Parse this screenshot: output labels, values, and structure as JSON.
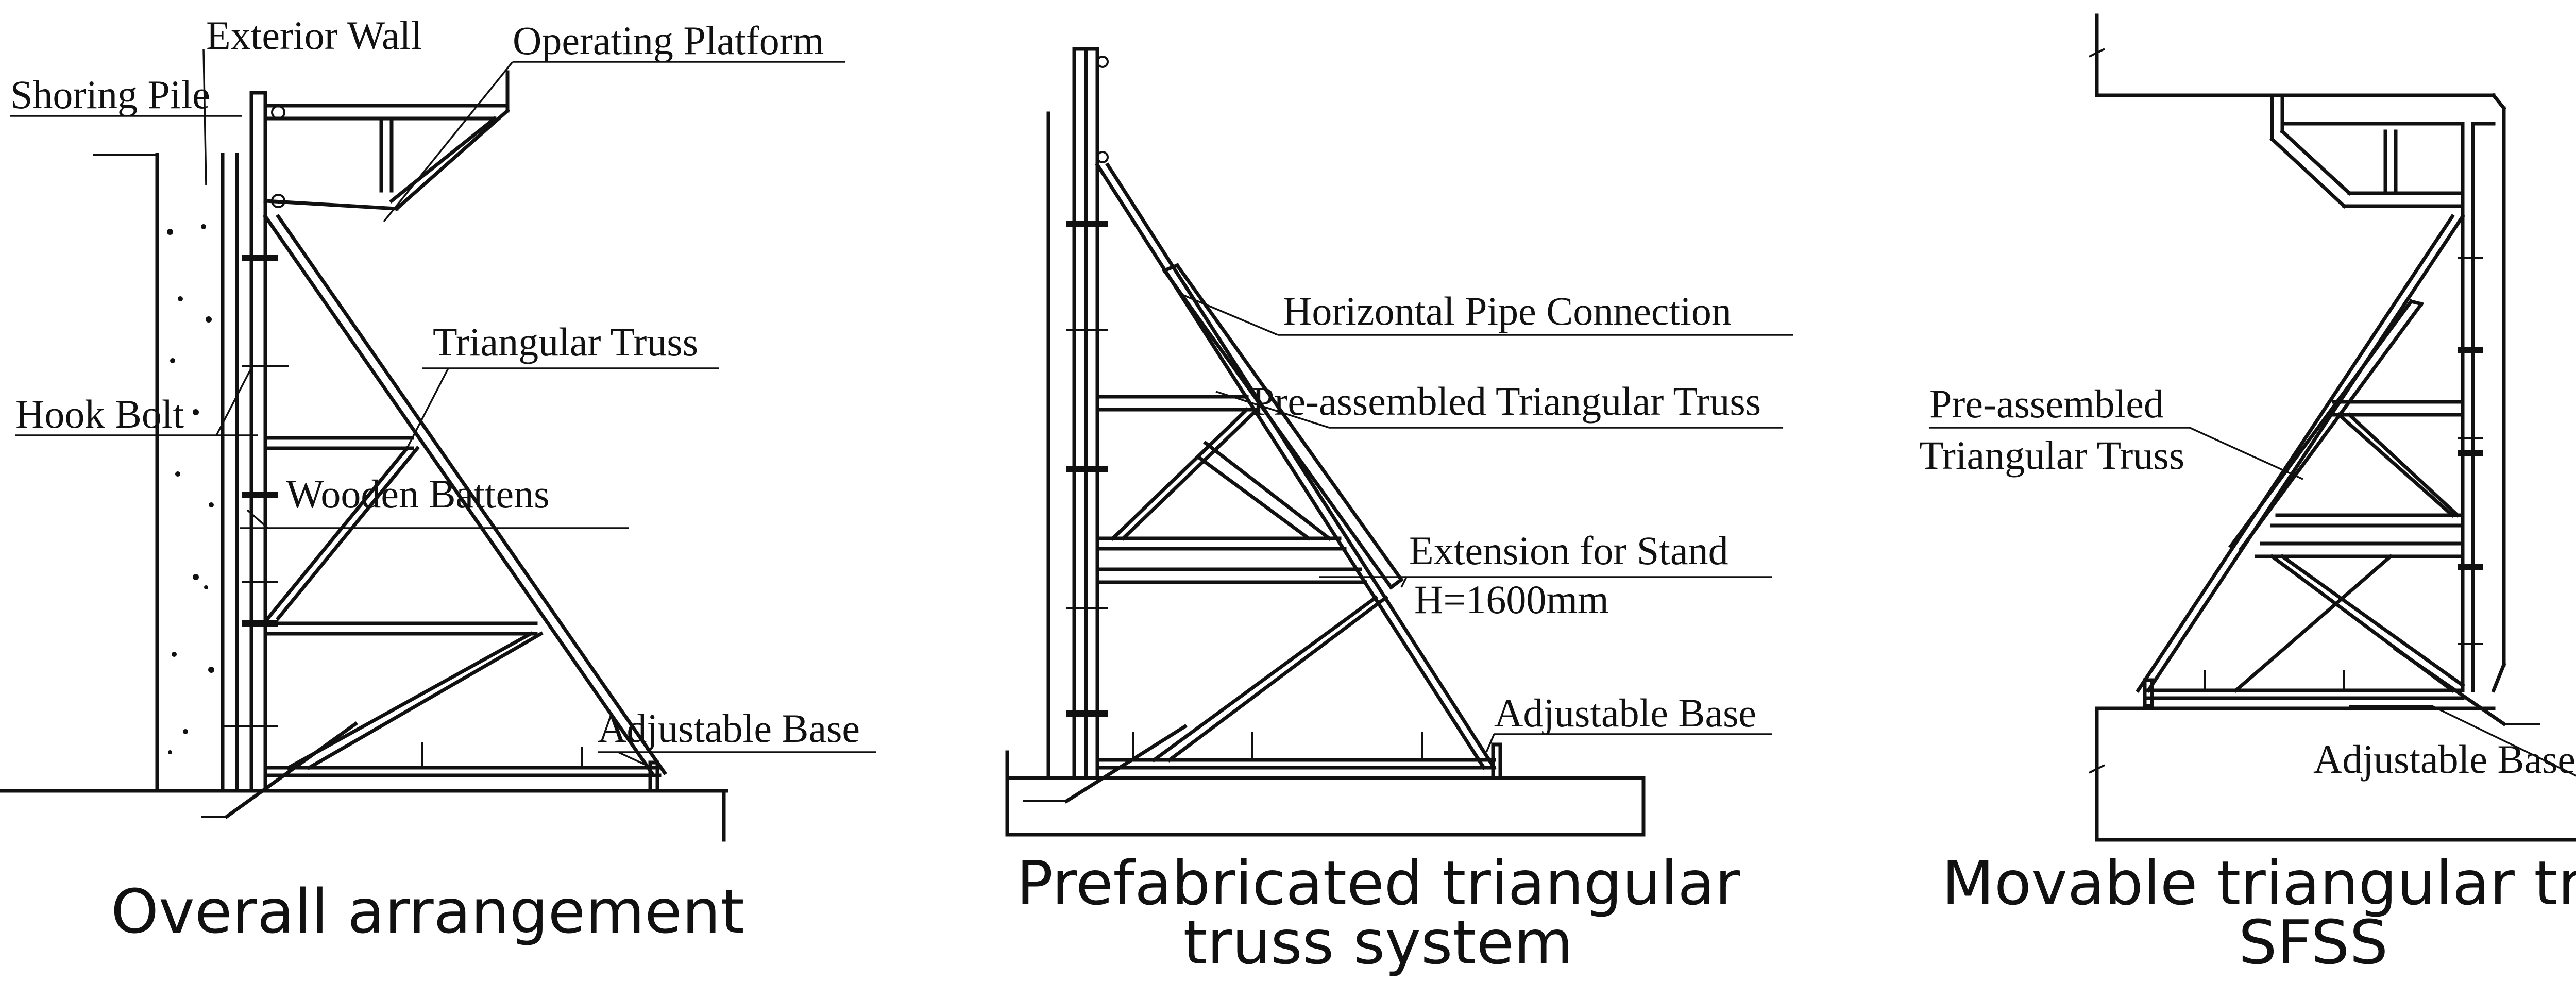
{
  "panels": [
    {
      "id": "overall",
      "caption_lines": [
        "Overall arrangement"
      ],
      "labels": {
        "exterior_wall": "Exterior Wall",
        "operating_platform": "Operating Platform",
        "shoring_pile": "Shoring Pile",
        "triangular_truss": "Triangular Truss",
        "hook_bolt": "Hook Bolt",
        "wooden_battens": "Wooden Battens",
        "adjustable_base": "Adjustable Base"
      }
    },
    {
      "id": "prefabricated",
      "caption_lines": [
        "Prefabricated triangular",
        "truss system"
      ],
      "labels": {
        "horizontal_pipe_connection": "Horizontal Pipe Connection",
        "pre_assembled_truss": "Pre-assembled Triangular Truss",
        "extension_for_stand": "Extension for Stand",
        "height": "H=1600mm",
        "adjustable_base": "Adjustable Base"
      }
    },
    {
      "id": "movable",
      "caption_lines": [
        "Movable triangular truss",
        "SFSS"
      ],
      "labels": {
        "pre_assembled_line1": "Pre-assembled",
        "pre_assembled_line2": "Triangular Truss",
        "adjustable_base": "Adjustable Base"
      }
    }
  ]
}
